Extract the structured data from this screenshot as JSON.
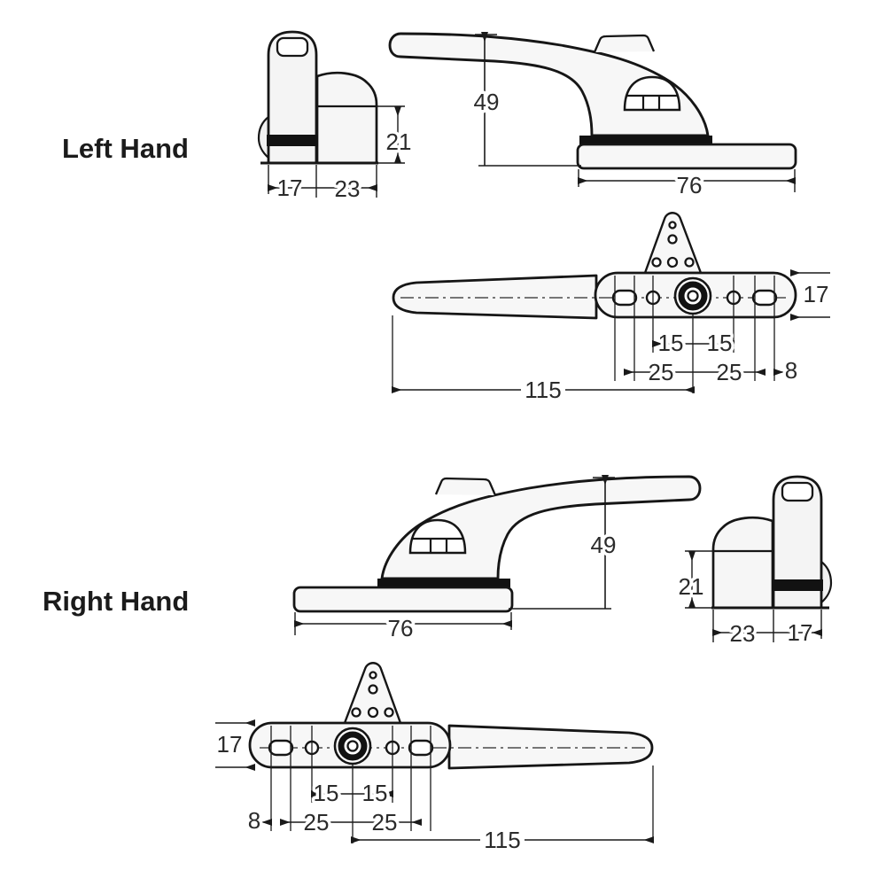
{
  "drawing": {
    "left": {
      "title": "Left Hand",
      "side": {
        "height_mm": "21",
        "grip_depth_mm": "17",
        "body_depth_mm": "23"
      },
      "front": {
        "height_mm": "49",
        "base_length_mm": "76"
      },
      "plan": {
        "plate_width_mm": "17",
        "pin_spacing_a_mm": "15",
        "pin_spacing_b_mm": "15",
        "slot_spacing_a_mm": "25",
        "slot_spacing_b_mm": "25",
        "slot_width_mm": "8",
        "overall_length_mm": "115"
      }
    },
    "right": {
      "title": "Right Hand",
      "side": {
        "height_mm": "21",
        "grip_depth_mm": "17",
        "body_depth_mm": "23"
      },
      "front": {
        "height_mm": "49",
        "base_length_mm": "76"
      },
      "plan": {
        "plate_width_mm": "17",
        "pin_spacing_a_mm": "15",
        "pin_spacing_b_mm": "15",
        "slot_spacing_a_mm": "25",
        "slot_spacing_b_mm": "25",
        "slot_width_mm": "8",
        "overall_length_mm": "115"
      }
    }
  }
}
